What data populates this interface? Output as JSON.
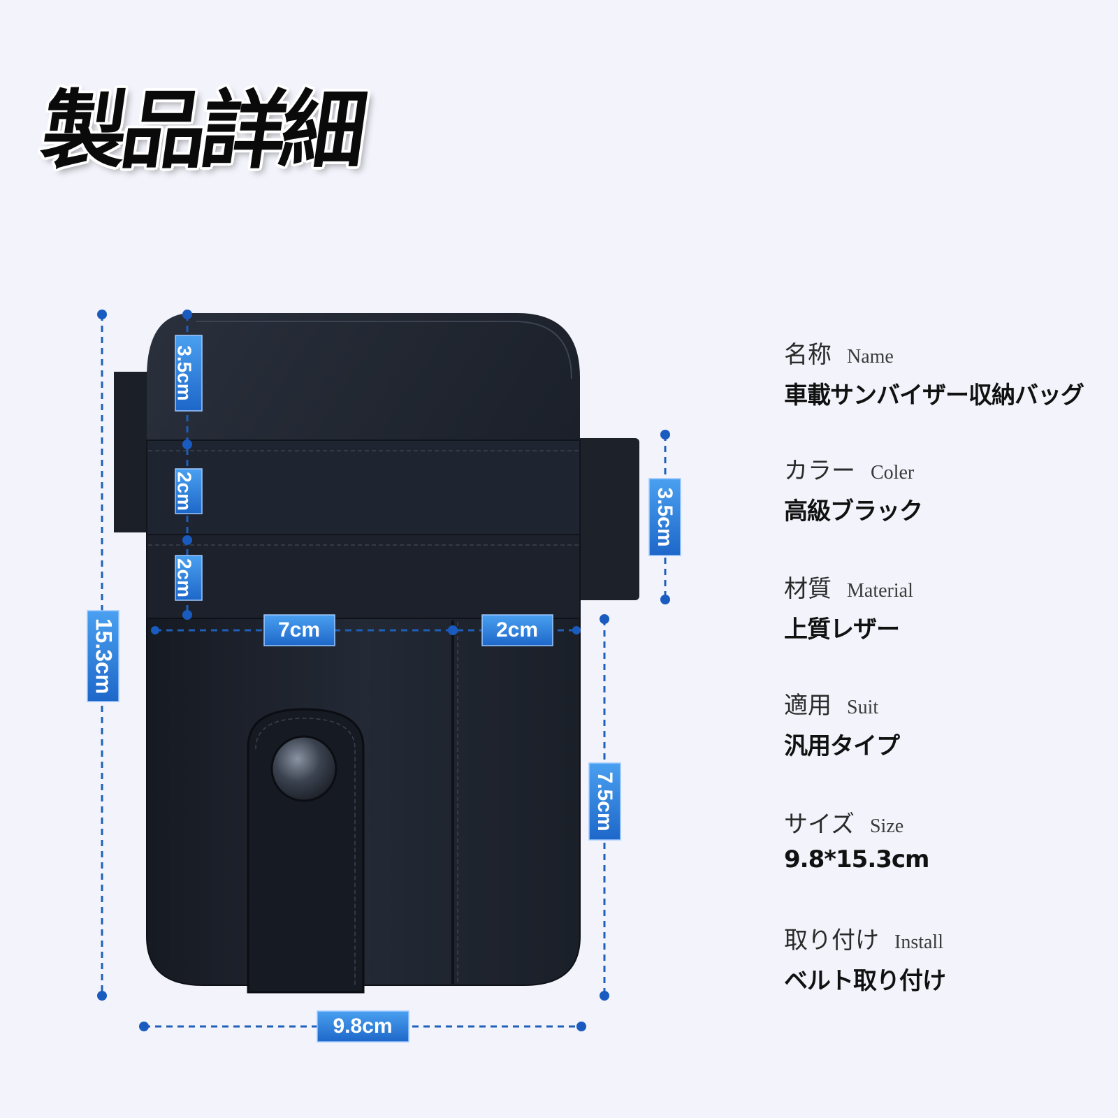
{
  "title": "製品詳細",
  "dimensions": {
    "top_pocket": "3.5cm",
    "middle_pocket_1": "2cm",
    "middle_pocket_2": "2cm",
    "total_height": "15.3cm",
    "strap_height": "3.5cm",
    "front_pocket_width": "7cm",
    "side_pocket_width": "2cm",
    "front_pocket_height": "7.5cm",
    "total_width": "9.8cm"
  },
  "specs": [
    {
      "label": "名称",
      "label_en": "Name",
      "value": "車載サンバイザー収納バッグ"
    },
    {
      "label": "カラー",
      "label_en": "Coler",
      "value": "高級ブラック"
    },
    {
      "label": "材質",
      "label_en": "Material",
      "value": "上質レザー"
    },
    {
      "label": "適用",
      "label_en": "Suit",
      "value": "汎用タイプ"
    },
    {
      "label": "サイズ",
      "label_en": "Size",
      "value": "9.8*15.3cm"
    },
    {
      "label": "取り付け",
      "label_en": "Install",
      "value": "ベルト取り付け"
    }
  ],
  "colors": {
    "accent": "#1f6fd1",
    "leather": "#1e2430",
    "background": "#f3f4fb"
  }
}
